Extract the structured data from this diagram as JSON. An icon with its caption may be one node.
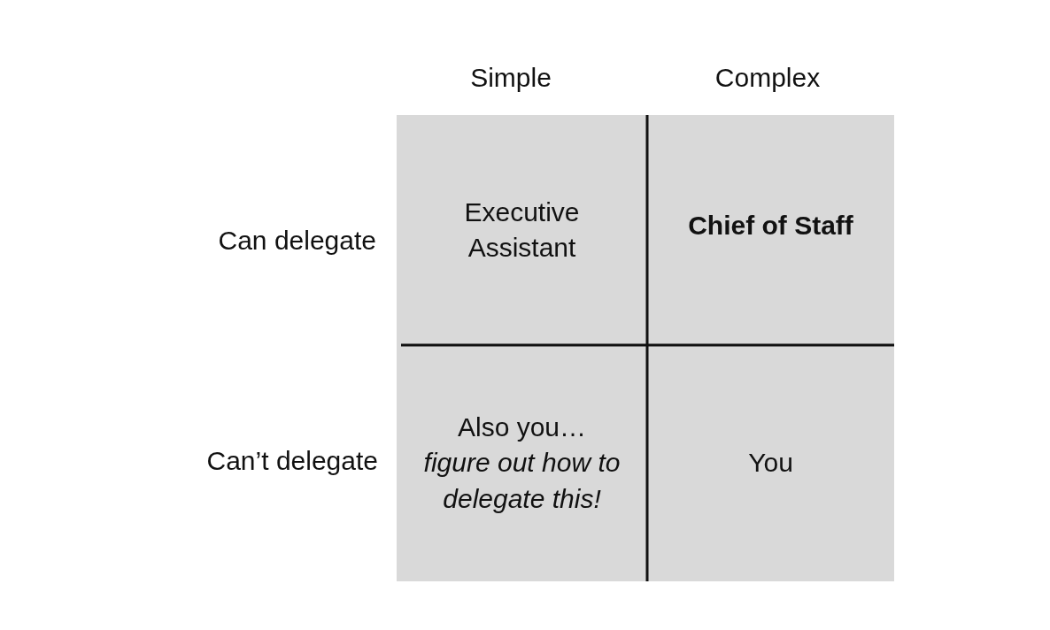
{
  "diagram": {
    "nodes": [
      {
        "text": [
          "Executive Assistant"
        ]
      },
      {
        "text": [
          "Chief of Staff"
        ]
      },
      {
        "text": [
          "Also you…",
          "figure out how to delegate this!"
        ]
      },
      {
        "text": [
          "You"
        ]
      }
    ],
    "labels": [
      "Simple",
      "Complex",
      "Can delegate",
      "Can’t delegate"
    ]
  }
}
